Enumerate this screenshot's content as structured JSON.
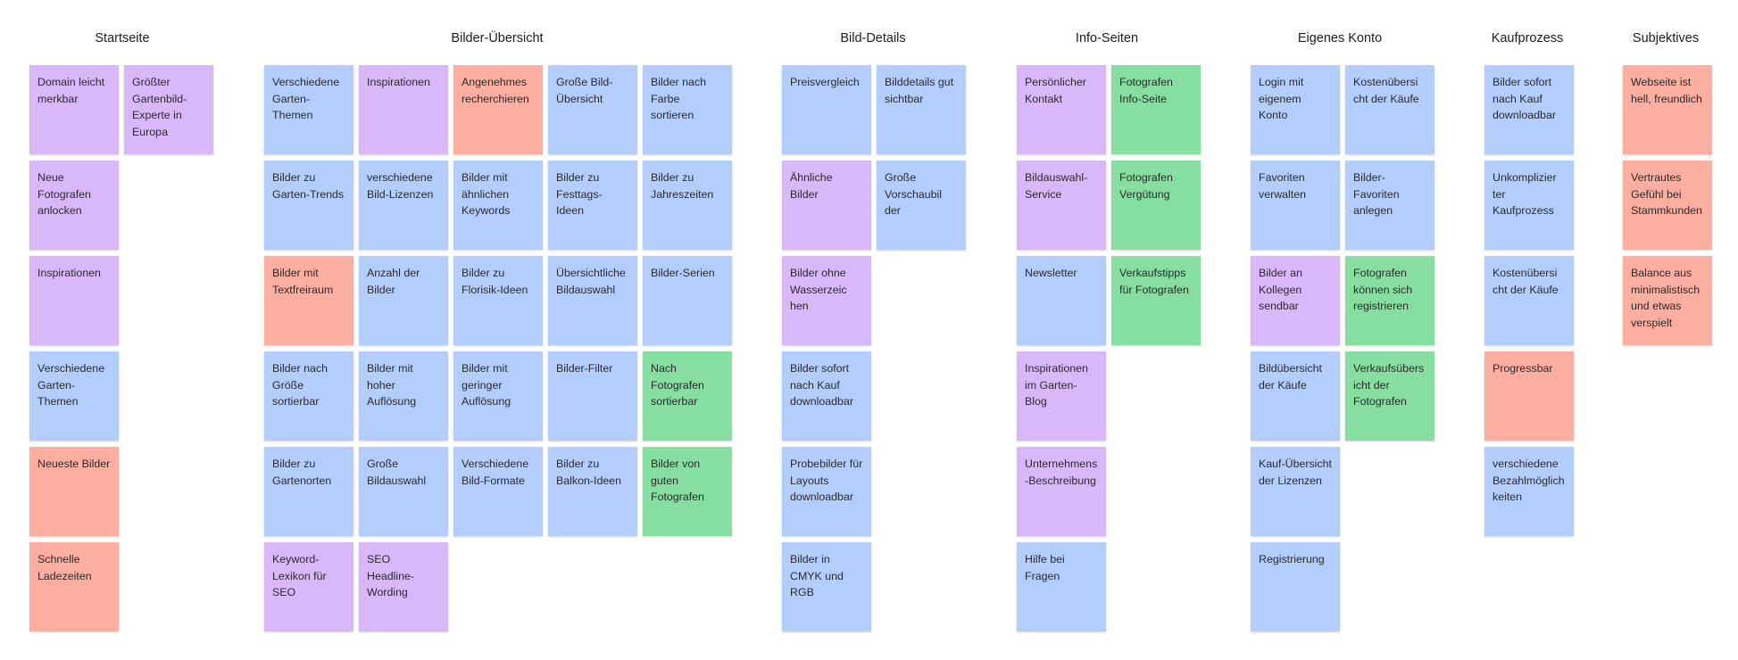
{
  "colors": {
    "purple": "#d9b8fa",
    "blue": "#b3cefc",
    "red": "#fcafa0",
    "green": "#86dea0",
    "background": "#ffffff"
  },
  "groups": [
    {
      "title": "Startseite",
      "columns": [
        [
          {
            "text": "Domain leicht merkbar",
            "color": "purple"
          },
          {
            "text": "Neue Fotografen anlocken",
            "color": "purple"
          },
          {
            "text": "Inspirationen",
            "color": "purple"
          },
          {
            "text": "Verschiedene Garten-Themen",
            "color": "blue"
          },
          {
            "text": "Neueste Bilder",
            "color": "red"
          },
          {
            "text": "Schnelle Ladezeiten",
            "color": "red"
          }
        ],
        [
          {
            "text": "Größter Gartenbild-Experte in Europa",
            "color": "purple"
          }
        ]
      ]
    },
    {
      "title": "Bilder-Übersicht",
      "columns": [
        [
          {
            "text": "Verschiedene Garten-Themen",
            "color": "blue"
          },
          {
            "text": "Bilder zu Garten-Trends",
            "color": "blue"
          },
          {
            "text": "Bilder mit Textfreiraum",
            "color": "red"
          },
          {
            "text": "Bilder nach Größe sortierbar",
            "color": "blue"
          },
          {
            "text": "Bilder zu Gartenorten",
            "color": "blue"
          },
          {
            "text": "Keyword-Lexikon für SEO",
            "color": "purple"
          }
        ],
        [
          {
            "text": "Inspirationen",
            "color": "purple"
          },
          {
            "text": "verschiedene Bild-Lizenzen",
            "color": "blue"
          },
          {
            "text": "Anzahl der Bilder",
            "color": "blue"
          },
          {
            "text": "Bilder mit hoher Auflösung",
            "color": "blue"
          },
          {
            "text": "Große Bildauswahl",
            "color": "blue"
          },
          {
            "text": "SEO Headline-Wording",
            "color": "purple"
          }
        ],
        [
          {
            "text": "Angenehmes recherchieren",
            "color": "red"
          },
          {
            "text": "Bilder mit ähnlichen Keywords",
            "color": "blue"
          },
          {
            "text": "Bilder zu Florisik-Ideen",
            "color": "blue"
          },
          {
            "text": "Bilder mit geringer Auflösung",
            "color": "blue"
          },
          {
            "text": "Verschiedene Bild-Formate",
            "color": "blue"
          }
        ],
        [
          {
            "text": "Große Bild-Übersicht",
            "color": "blue"
          },
          {
            "text": "Bilder zu Festtags-Ideen",
            "color": "blue"
          },
          {
            "text": "Übersichtliche Bildauswahl",
            "color": "blue"
          },
          {
            "text": "Bilder-Filter",
            "color": "blue"
          },
          {
            "text": "Bilder zu Balkon-Ideen",
            "color": "blue"
          }
        ],
        [
          {
            "text": "Bilder nach Farbe sortieren",
            "color": "blue"
          },
          {
            "text": "Bilder zu Jahreszeiten",
            "color": "blue"
          },
          {
            "text": "Bilder-Serien",
            "color": "blue"
          },
          {
            "text": "Nach Fotografen sortierbar",
            "color": "green"
          },
          {
            "text": "Bilder von guten Fotografen",
            "color": "green"
          }
        ]
      ]
    },
    {
      "title": "Bild-Details",
      "columns": [
        [
          {
            "text": "Preisvergleich",
            "color": "blue"
          },
          {
            "text": "Ähnliche Bilder",
            "color": "purple"
          },
          {
            "text": "Bilder ohne Wasserzeic hen",
            "color": "purple"
          },
          {
            "text": "Bilder sofort nach Kauf downloadbar",
            "color": "blue"
          },
          {
            "text": "Probebilder für Layouts downloadbar",
            "color": "blue"
          },
          {
            "text": "Bilder in CMYK und RGB",
            "color": "blue"
          }
        ],
        [
          {
            "text": "Bilddetails gut sichtbar",
            "color": "blue"
          },
          {
            "text": "Große Vorschaubil der",
            "color": "blue"
          }
        ]
      ]
    },
    {
      "title": "Info-Seiten",
      "columns": [
        [
          {
            "text": "Persönlicher Kontakt",
            "color": "purple"
          },
          {
            "text": "Bildauswahl-Service",
            "color": "purple"
          },
          {
            "text": "Newsletter",
            "color": "blue"
          },
          {
            "text": "Inspirationen im Garten-Blog",
            "color": "purple"
          },
          {
            "text": "Unternehmens -Beschreibung",
            "color": "purple"
          },
          {
            "text": "Hilfe bei Fragen",
            "color": "blue"
          }
        ],
        [
          {
            "text": "Fotografen Info-Seite",
            "color": "green"
          },
          {
            "text": "Fotografen Vergütung",
            "color": "green"
          },
          {
            "text": "Verkaufstipps für Fotografen",
            "color": "green"
          }
        ]
      ]
    },
    {
      "title": "Eigenes Konto",
      "columns": [
        [
          {
            "text": "Login mit eigenem Konto",
            "color": "blue"
          },
          {
            "text": "Favoriten verwalten",
            "color": "blue"
          },
          {
            "text": "Bilder an Kollegen sendbar",
            "color": "purple"
          },
          {
            "text": "Bildübersicht der Käufe",
            "color": "blue"
          },
          {
            "text": "Kauf-Übersicht der Lizenzen",
            "color": "blue"
          },
          {
            "text": "Registrierung",
            "color": "blue"
          }
        ],
        [
          {
            "text": "Kostenübersi cht der Käufe",
            "color": "blue"
          },
          {
            "text": "Bilder-Favoriten anlegen",
            "color": "blue"
          },
          {
            "text": "Fotografen können sich registrieren",
            "color": "green"
          },
          {
            "text": "Verkaufsübers icht der Fotografen",
            "color": "green"
          }
        ]
      ]
    },
    {
      "title": "Kaufprozess",
      "columns": [
        [
          {
            "text": "Bilder sofort nach Kauf downloadbar",
            "color": "blue"
          },
          {
            "text": "Unkomplizier ter Kaufprozess",
            "color": "blue"
          },
          {
            "text": "Kostenübersi cht der Käufe",
            "color": "blue"
          },
          {
            "text": "Progressbar",
            "color": "red"
          },
          {
            "text": "verschiedene Bezahlmöglich keiten",
            "color": "blue"
          }
        ]
      ]
    },
    {
      "title": "Subjektives",
      "columns": [
        [
          {
            "text": "Webseite ist hell, freundlich",
            "color": "red"
          },
          {
            "text": "Vertrautes Gefühl bei Stammkunden",
            "color": "red"
          },
          {
            "text": "Balance aus minimalistisch und etwas verspielt",
            "color": "red"
          }
        ]
      ]
    }
  ]
}
